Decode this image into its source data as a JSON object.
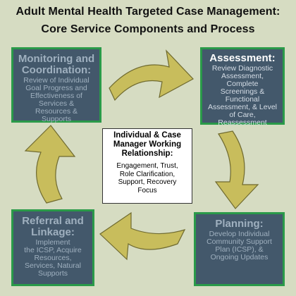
{
  "title": {
    "line1": "Adult Mental Health Targeted Case Management:",
    "line2": "Core Service Components and Process"
  },
  "boxes": {
    "monitoring": {
      "heading_lines": [
        "Monitoring and",
        "Coordination:"
      ],
      "body_lines": [
        "Review of Individual",
        "Goal Progress and",
        "Effectiveness of",
        "Services &",
        "Resources &",
        "Supports"
      ]
    },
    "assessment": {
      "heading_lines": [
        "Assessment:"
      ],
      "body_lines": [
        "Review Diagnostic",
        "Assessment,",
        "Complete",
        "Screenings &",
        "Functional",
        "Assessment, & Level",
        "of Care,",
        "Reassessment"
      ]
    },
    "referral": {
      "heading_lines": [
        "Referral and",
        "Linkage:"
      ],
      "body_lines": [
        "Implement",
        "the ICSP, Acquire",
        "Resources,",
        "Services, Natural",
        "Supports"
      ]
    },
    "planning": {
      "heading_lines": [
        "Planning:"
      ],
      "body_lines": [
        "Develop Individual",
        "Community Support",
        "Plan (ICSP), &",
        "Ongoing Updates"
      ]
    }
  },
  "center": {
    "heading_lines": [
      "Individual & Case",
      "Manager Working",
      "Relationship:"
    ],
    "body_lines": [
      "Engagement, Trust,",
      "Role Clarification,",
      "Support, Recovery",
      "Focus"
    ]
  },
  "colors": {
    "background": "#d6dcc2",
    "box_fill": "#43586b",
    "box_border": "#2a9a49",
    "arrow_fill": "#c8bd5c"
  }
}
